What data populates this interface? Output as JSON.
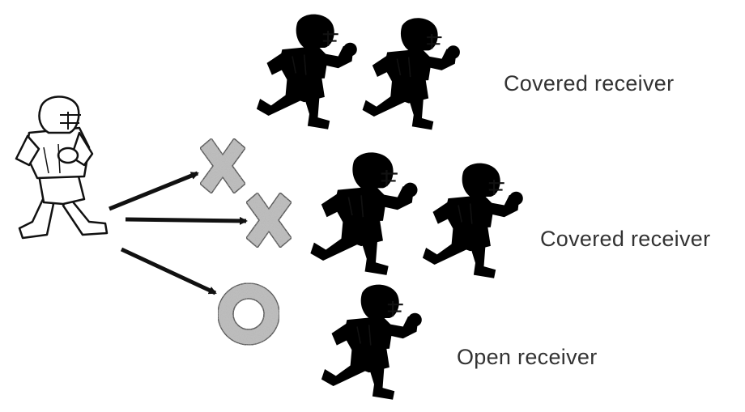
{
  "labels": {
    "covered_1": "Covered receiver",
    "covered_2": "Covered receiver",
    "open": "Open receiver"
  },
  "marks": {
    "covered_symbol": "x-mark",
    "open_symbol": "o-mark"
  },
  "colors": {
    "ink": "#111111",
    "defender_fill": "#8a8a8a",
    "receiver_fill": "#ffffff",
    "mark_fill": "#bdbdbd",
    "label": "#333333"
  }
}
